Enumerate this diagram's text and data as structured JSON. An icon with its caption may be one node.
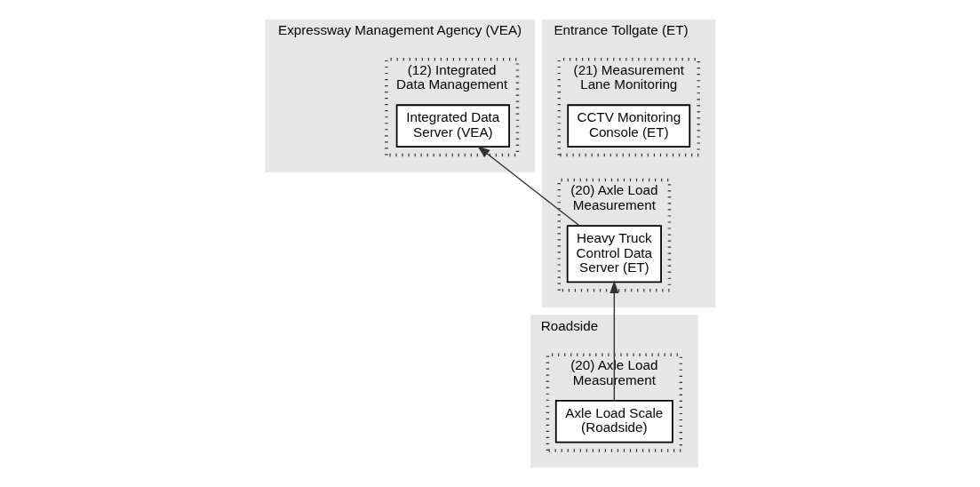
{
  "diagram": {
    "nodes": [
      {
        "text": [
          "Expressway Management Agency (VEA)"
        ]
      },
      {
        "text": [
          "(12) Integrated Data Management"
        ],
        "in": 0
      },
      {
        "text": [
          "Integrated Data Server (VEA)"
        ],
        "in": 1
      },
      {
        "text": [
          "Entrance Tollgate (ET)"
        ]
      },
      {
        "text": [
          "(20) Axle Load Measurement"
        ],
        "in": 3
      },
      {
        "text": [
          "Heavy Truck Control Data Server (ET)"
        ],
        "in": 4
      },
      {
        "text": [
          "(21) Measurement Lane Monitoring"
        ],
        "in": 3
      },
      {
        "text": [
          "CCTV Monitoring Console (ET)"
        ],
        "in": 6
      },
      {
        "text": [
          "Roadside"
        ]
      },
      {
        "text": [
          "(20) Axle Load Measurement"
        ],
        "in": 8
      },
      {
        "text": [
          "Axle Load Scale (Roadside)"
        ],
        "in": 9
      }
    ],
    "edges": [
      {
        "from": 10,
        "to": 5,
        "arrow": "to"
      },
      {
        "from": 5,
        "to": 2,
        "arrow": "to"
      }
    ]
  }
}
